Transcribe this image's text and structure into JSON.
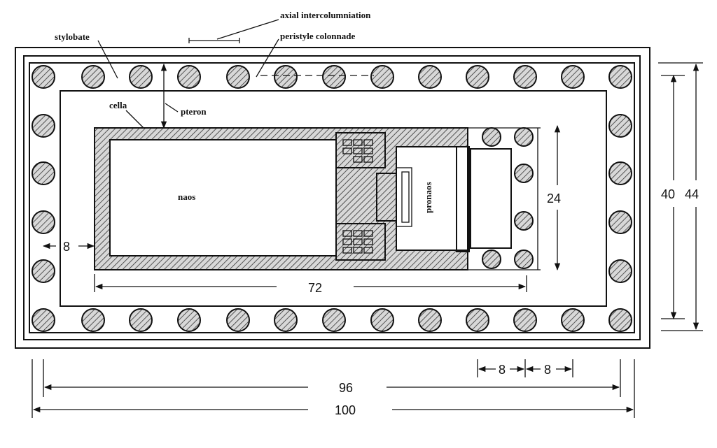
{
  "labels": {
    "stylobate": "stylobate",
    "axial_intercolumniation": "axial intercolumniation",
    "peristyle_colonnade": "peristyle colonnade",
    "cella": "cella",
    "pteron": "pteron",
    "naos": "naos",
    "pronaos": "pronaos"
  },
  "dimensions": {
    "cella_offset": "8",
    "cella_length": "72",
    "cella_width": "24",
    "inner_width": "40",
    "outer_width": "44",
    "col_spacing_a": "8",
    "col_spacing_b": "8",
    "inner_length": "96",
    "outer_length": "100"
  },
  "colors": {
    "ink": "#111111",
    "paper": "#ffffff"
  }
}
